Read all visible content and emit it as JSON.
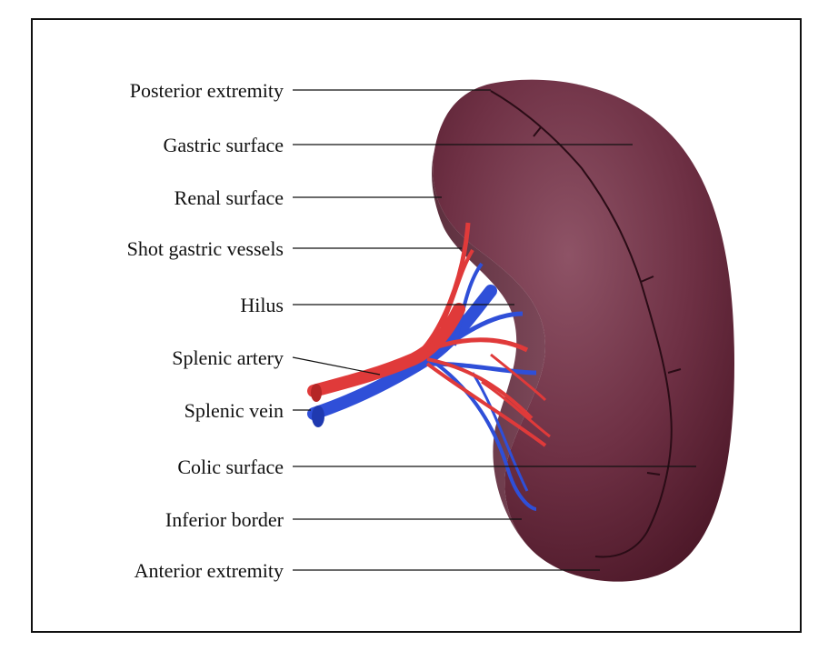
{
  "labels": [
    {
      "id": "posterior-extremity",
      "text": "Posterior extremity"
    },
    {
      "id": "gastric-surface",
      "text": "Gastric surface"
    },
    {
      "id": "renal-surface",
      "text": "Renal surface"
    },
    {
      "id": "short-gastric-vessels",
      "text": "Shot gastric vessels"
    },
    {
      "id": "hilus",
      "text": "Hilus"
    },
    {
      "id": "splenic-artery",
      "text": "Splenic artery"
    },
    {
      "id": "splenic-vein",
      "text": "Splenic vein"
    },
    {
      "id": "colic-surface",
      "text": "Colic surface"
    },
    {
      "id": "inferior-border",
      "text": "Inferior border"
    },
    {
      "id": "anterior-extremity",
      "text": "Anterior extremity"
    }
  ],
  "colors": {
    "spleen": "#5a1f2e",
    "spleen_highlight": "#8b4a5c",
    "artery": "#e03a3a",
    "vein": "#2f4fd8",
    "leader": "#111111"
  }
}
